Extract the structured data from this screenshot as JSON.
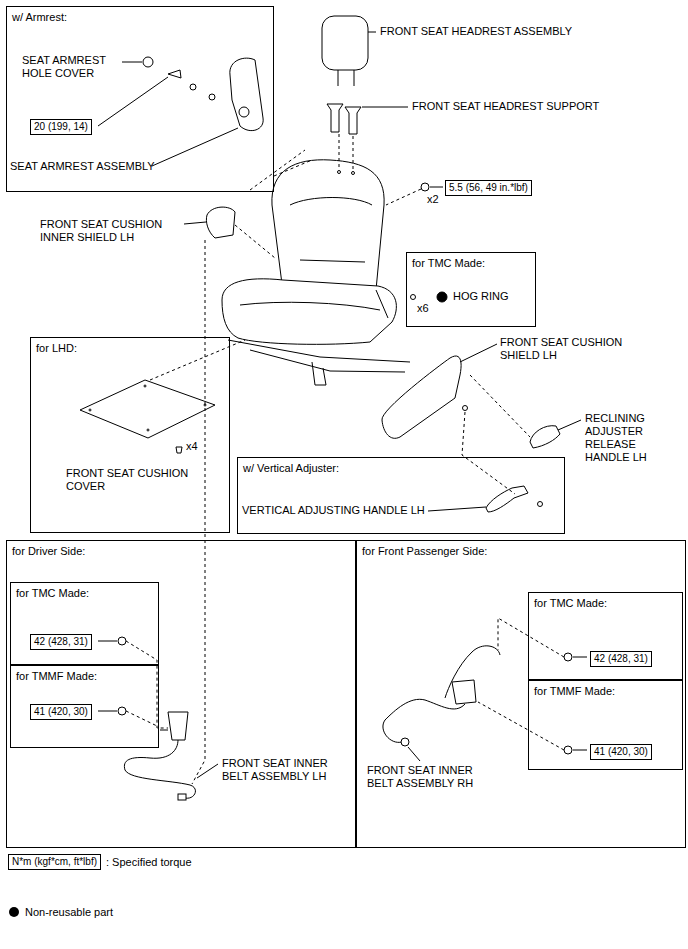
{
  "diagram": {
    "nodes": [
      {
        "text": [
          "w/ Armrest:"
        ]
      },
      {
        "text": [
          "20 (199, 14)"
        ],
        "in": 0
      },
      {
        "text": [
          "5.5 (56, 49 in.*lbf)"
        ]
      },
      {
        "text": [
          "for TMC Made:"
        ]
      },
      {
        "text": [
          "for LHD:"
        ]
      },
      {
        "text": [
          "w/ Vertical Adjuster:"
        ]
      },
      {
        "text": [
          "for Driver Side:"
        ]
      },
      {
        "text": [
          "for TMC Made:"
        ],
        "in": 6
      },
      {
        "text": [
          "42 (428, 31)"
        ],
        "in": 7
      },
      {
        "text": [
          "for TMMF Made:"
        ],
        "in": 6
      },
      {
        "text": [
          "41 (420, 30)"
        ],
        "in": 9
      },
      {
        "text": [
          "for Front Passenger Side:"
        ]
      },
      {
        "text": [
          "for TMC Made:"
        ],
        "in": 11
      },
      {
        "text": [
          "42 (428, 31)"
        ],
        "in": 12
      },
      {
        "text": [
          "for TMMF Made:"
        ],
        "in": 11
      },
      {
        "text": [
          "41 (420, 30)"
        ],
        "in": 14
      },
      {
        "text": [
          "N*m (kgf*cm, ft*lbf)"
        ]
      }
    ],
    "labels": [
      "FRONT SEAT HEADREST ASSEMBLY",
      "SEAT ARMREST HOLE COVER",
      "FRONT SEAT HEADREST SUPPORT",
      "SEAT ARMREST ASSEMBLY",
      "x2",
      "FRONT SEAT CUSHION INNER SHIELD LH",
      "HOG RING",
      "x6",
      "FRONT SEAT CUSHION SHIELD LH",
      "x4",
      "FRONT SEAT CUSHION COVER",
      "RECLINING ADJUSTER RELEASE HANDLE LH",
      "VERTICAL ADJUSTING HANDLE LH",
      "FRONT SEAT INNER BELT ASSEMBLY LH",
      "FRONT SEAT INNER BELT ASSEMBLY RH",
      ": Specified torque"
    ],
    "legend": [
      {
        "text": "Non-reusable part"
      }
    ]
  }
}
